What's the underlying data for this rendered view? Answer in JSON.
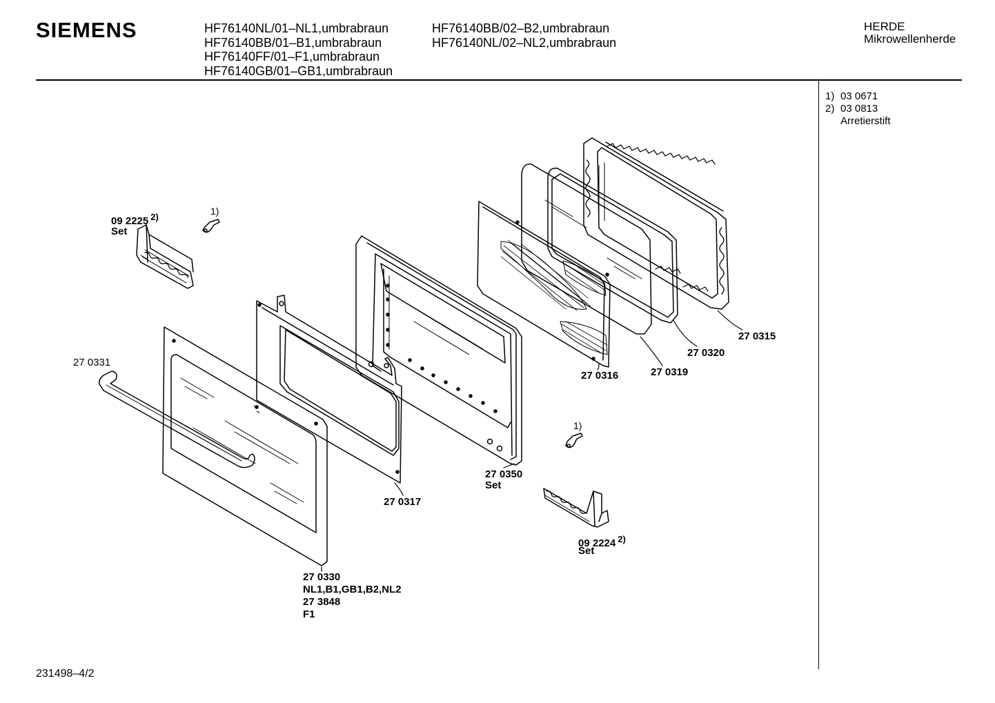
{
  "brand": "SIEMENS",
  "models_col1": [
    "HF76140NL/01–NL1,umbrabraun",
    "HF76140BB/01–B1,umbrabraun",
    "HF76140FF/01–F1,umbrabraun",
    "HF76140GB/01–GB1,umbrabraun"
  ],
  "models_col2": [
    "HF76140BB/02–B2,umbrabraun",
    "HF76140NL/02–NL2,umbrabraun"
  ],
  "category": {
    "line1": "HERDE",
    "line2": "Mikrowellenherde"
  },
  "notes": [
    {
      "num": "1)",
      "text": "03 0671"
    },
    {
      "num": "2)",
      "text": "03 0813"
    },
    {
      "num": "",
      "text": "Arretierstift"
    }
  ],
  "parts": {
    "hinge_left": {
      "num": "09 2225",
      "ref": "2)",
      "sub": "Set"
    },
    "pin_left": {
      "ref": "1)"
    },
    "handle": {
      "num": "27 0331"
    },
    "outer_panel": {
      "lines": [
        "27 0330",
        "NL1,B1,GB1,B2,NL2",
        "27 3848",
        "F1"
      ]
    },
    "inner_panel": {
      "num": "27 0317"
    },
    "door_frame": {
      "num": "27 0350",
      "sub": "Set"
    },
    "mesh_panel": {
      "num": "27 0316"
    },
    "glass_pane": {
      "num": "27 0319"
    },
    "seal": {
      "num": "27 0320"
    },
    "choke_frame": {
      "num": "27 0315"
    },
    "pin_right": {
      "ref": "1)"
    },
    "hinge_right": {
      "num": "09 2224",
      "ref": "2)",
      "sub": "Set"
    }
  },
  "doc_number": "231498–4/2"
}
